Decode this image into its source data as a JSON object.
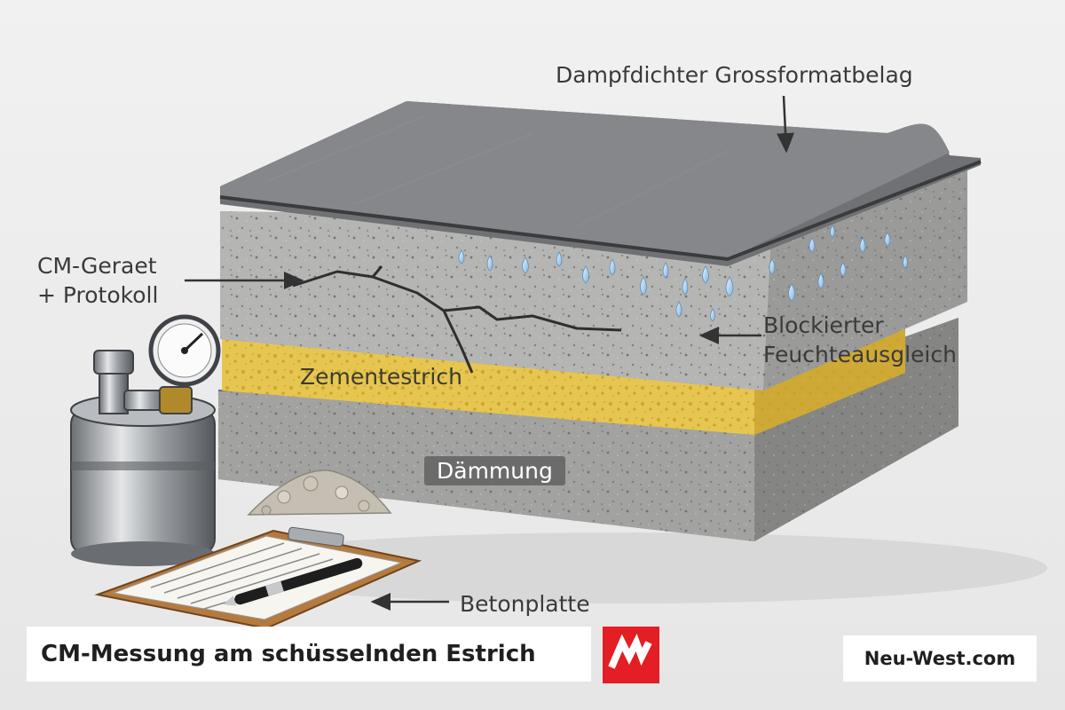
{
  "labels": {
    "belag": "Dampfdichter Grossformatbelag",
    "cm_line1": "CM-Geraet",
    "cm_line2": "+ Protokoll",
    "block_line1": "Blockierter",
    "block_line2": "Feuchteausgleich",
    "zement": "Zementestrich",
    "daemmung": "Dämmung",
    "beton": "Betonplatte"
  },
  "footer": {
    "title": "CM-Messung am schüsselnden Estrich",
    "site": "Neu-West.com",
    "logo_icon": "neu-west-logo"
  },
  "colors": {
    "brand_red": "#e31e24",
    "insulation_yellow": "#e2c24a",
    "concrete_gray": "#9a9a98",
    "covering_gray": "#7b7d80"
  }
}
